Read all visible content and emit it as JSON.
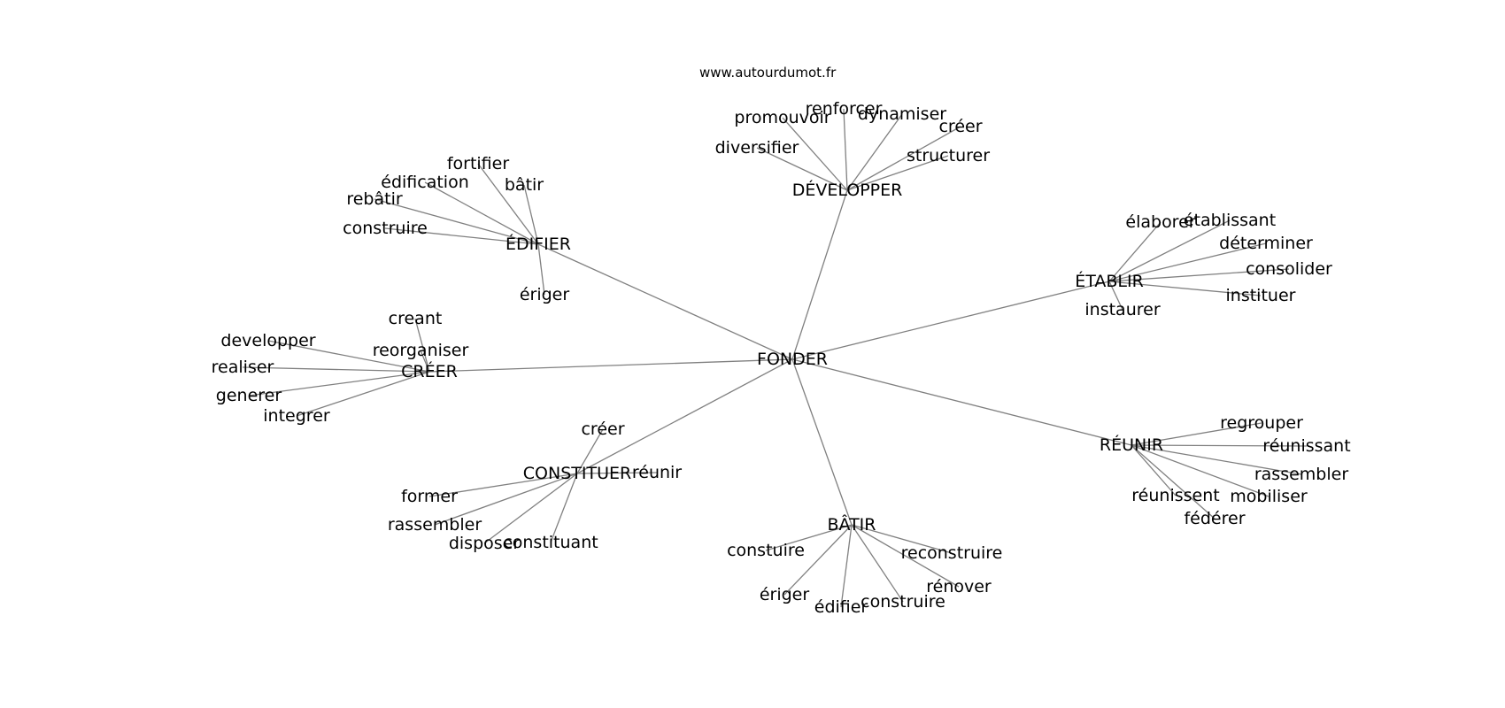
{
  "watermark": "www.autourdumot.fr",
  "graph": {
    "center": "FONDER",
    "hubs": [
      {
        "label": "DÉVELOPPER",
        "leaves": [
          "promouvoir",
          "renforcer",
          "dynamiser",
          "créer",
          "structurer",
          "diversifier"
        ]
      },
      {
        "label": "ÉDIFIER",
        "leaves": [
          "fortifier",
          "édification",
          "bâtir",
          "rebâtir",
          "construire",
          "ériger"
        ]
      },
      {
        "label": "CRÉER",
        "leaves": [
          "creant",
          "reorganiser",
          "developper",
          "realiser",
          "generer",
          "integrer"
        ]
      },
      {
        "label": "CONSTITUER",
        "leaves": [
          "créer",
          "réunir",
          "former",
          "rassembler",
          "disposer",
          "constituant"
        ]
      },
      {
        "label": "BÂTIR",
        "leaves": [
          "constuire",
          "reconstruire",
          "rénover",
          "ériger",
          "édifier",
          "construire"
        ]
      },
      {
        "label": "RÉUNIR",
        "leaves": [
          "regrouper",
          "réunissant",
          "rassembler",
          "mobiliser",
          "réunissent",
          "fédérer"
        ]
      },
      {
        "label": "ÉTABLIR",
        "leaves": [
          "élaborer",
          "établissant",
          "déterminer",
          "consolider",
          "instituer",
          "instaurer"
        ]
      }
    ]
  }
}
